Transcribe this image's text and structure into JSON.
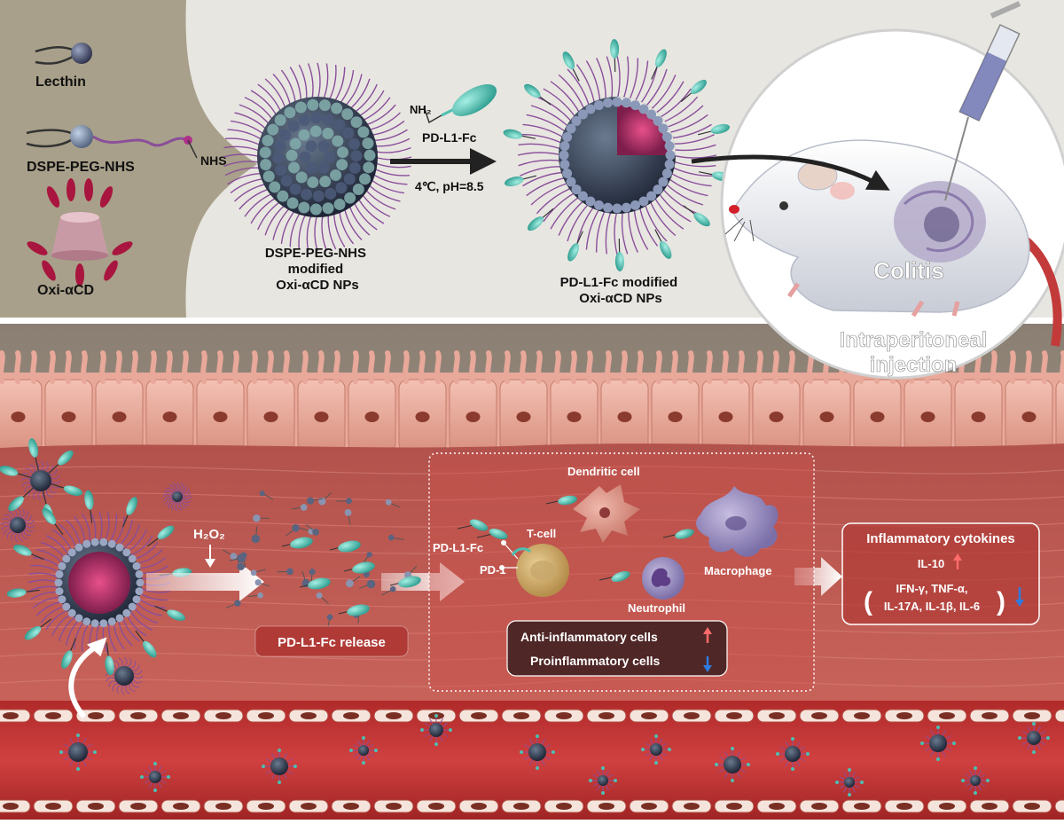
{
  "top_panel": {
    "components": {
      "lecithin": "Lecthin",
      "dspe_peg_nhs": "DSPE-PEG-NHS",
      "nhs": "NHS",
      "oxi_acd": "Oxi-αCD"
    },
    "np1_label": [
      "DSPE-PEG-NHS",
      "modified",
      "Oxi-αCD NPs"
    ],
    "reagent": {
      "nh2": "NH₂",
      "name": "PD-L1-Fc",
      "conditions": "4℃, pH=8.5"
    },
    "np2_label": [
      "PD-L1-Fc modified",
      "Oxi-αCD NPs"
    ]
  },
  "mouse": {
    "disease": "Colitis",
    "route": [
      "Intraperitoneal",
      "injection"
    ]
  },
  "bottom_panel": {
    "trigger": "H₂O₂",
    "release_label": "PD-L1-Fc release",
    "cells": {
      "dendritic": "Dendritic cell",
      "tcell": "T-cell",
      "pd1": "PD-1",
      "pdl1fc": "PD-L1-Fc",
      "macrophage": "Macrophage",
      "neutrophil": "Neutrophil"
    },
    "cell_summary": {
      "anti": "Anti-inflammatory cells",
      "pro": "Proinflammatory cells",
      "anti_trend": "up",
      "pro_trend": "down"
    },
    "cytokines": {
      "title": "Inflammatory cytokines",
      "up": "IL-10",
      "down_row1": "IFN-γ,   TNF-α,",
      "down_row2": "IL-17A,   IL-1β,   IL-6",
      "up_trend": "up",
      "down_trend": "down"
    }
  },
  "colors": {
    "top_bg": "#e8e6e1",
    "top_left_bg": "#a8a08a",
    "tissue": "#c45a54",
    "vessel": "#b8322e",
    "peg_chain": "#8a4f9a",
    "antibody": "#4dbfb0",
    "label_box": "#b03a36",
    "up_arrow": "#ff6b6b",
    "down_arrow": "#2f7be0"
  }
}
